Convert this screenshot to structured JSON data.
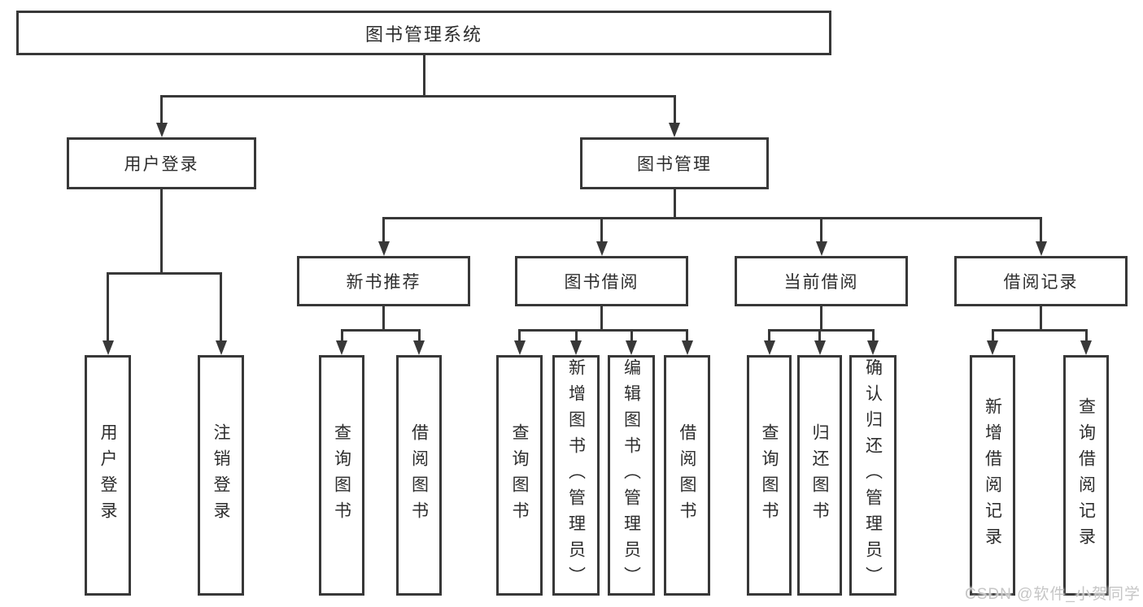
{
  "diagram_type": "tree",
  "root": {
    "label": "图书管理系统"
  },
  "branches": [
    {
      "label": "用户登录",
      "children": [
        {
          "label": "用户登录"
        },
        {
          "label": "注销登录"
        }
      ]
    },
    {
      "label": "图书管理",
      "children": [
        {
          "label": "新书推荐",
          "children": [
            {
              "label": "查询图书"
            },
            {
              "label": "借阅图书"
            }
          ]
        },
        {
          "label": "图书借阅",
          "children": [
            {
              "label": "查询图书"
            },
            {
              "label": "新增图书（管理员）"
            },
            {
              "label": "编辑图书（管理员）"
            },
            {
              "label": "借阅图书"
            }
          ]
        },
        {
          "label": "当前借阅",
          "children": [
            {
              "label": "查询图书"
            },
            {
              "label": "归还图书"
            },
            {
              "label": "确认归还（管理员）"
            }
          ]
        },
        {
          "label": "借阅记录",
          "children": [
            {
              "label": "新增借阅记录"
            },
            {
              "label": "查询借阅记录"
            }
          ]
        }
      ]
    }
  ],
  "watermark": {
    "text": "CSDN @软件_小贺同学"
  },
  "colors": {
    "line": "#383838",
    "text": "#2d2d2d",
    "background": "#ffffff",
    "watermark": "#c6c6c6"
  }
}
